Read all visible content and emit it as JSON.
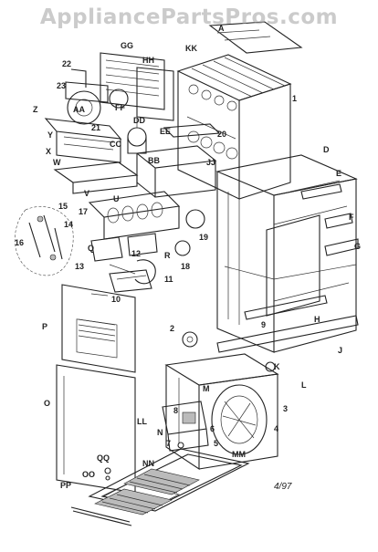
{
  "watermark": "AppliancePartsPros.com",
  "date_code": "4/97",
  "labels": [
    "A",
    "GG",
    "KK",
    "HH",
    "22",
    "1",
    "23",
    "Z",
    "AA",
    "21",
    "FF",
    "DD",
    "Y",
    "X",
    "CC",
    "EE",
    "20",
    "W",
    "BB",
    "JJ",
    "D",
    "E",
    "V",
    "17",
    "U",
    "15",
    "14",
    "16",
    "Q",
    "12",
    "R",
    "18",
    "19",
    "F",
    "G",
    "13",
    "10",
    "11",
    "P",
    "2",
    "9",
    "H",
    "J",
    "K",
    "L",
    "M",
    "O",
    "8",
    "LL",
    "N",
    "7",
    "6",
    "5",
    "4",
    "3",
    "QQ",
    "MM",
    "NN",
    "OO",
    "PP"
  ]
}
